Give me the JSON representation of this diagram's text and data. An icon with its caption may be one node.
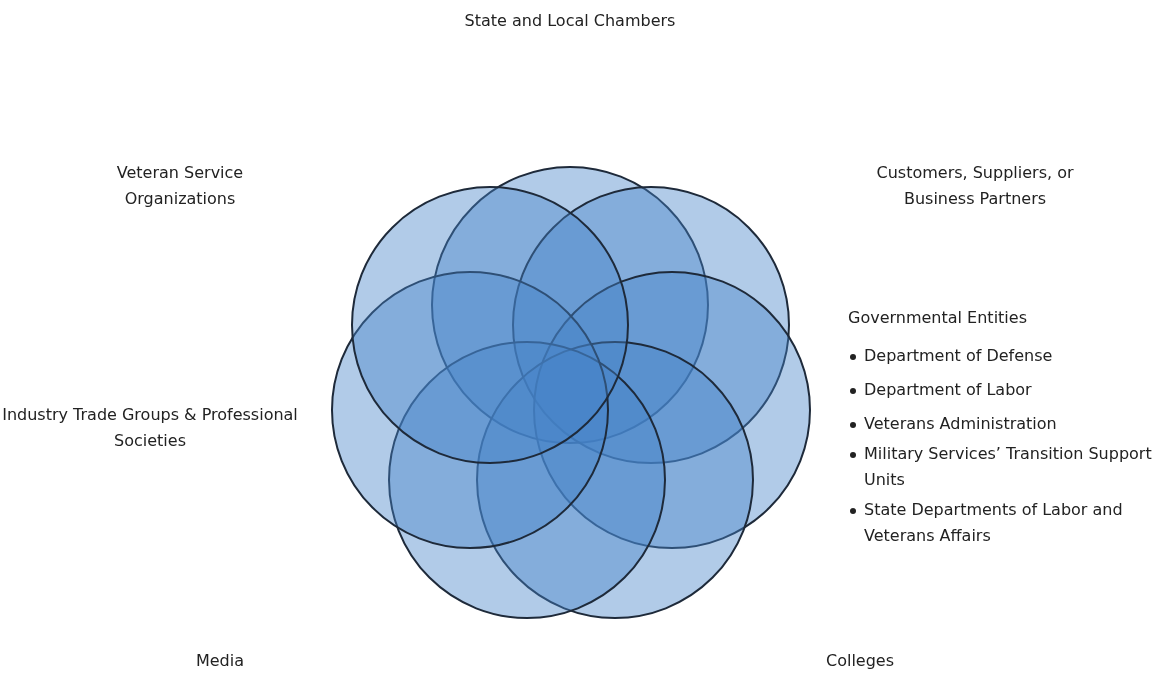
{
  "diagram": {
    "labels": [
      "State and Local Chambers",
      "Veteran Service Organizations",
      "Customers, Suppliers, or Business Partners",
      "Governmental Entities",
      "Department of Defense",
      "Department of Labor",
      "Veterans Administration",
      "Military Services’ Transition Support Units",
      "State Departments of Labor and Veterans Affairs",
      "Industry Trade Groups & Professional Societies",
      "Media",
      "Colleges"
    ]
  }
}
